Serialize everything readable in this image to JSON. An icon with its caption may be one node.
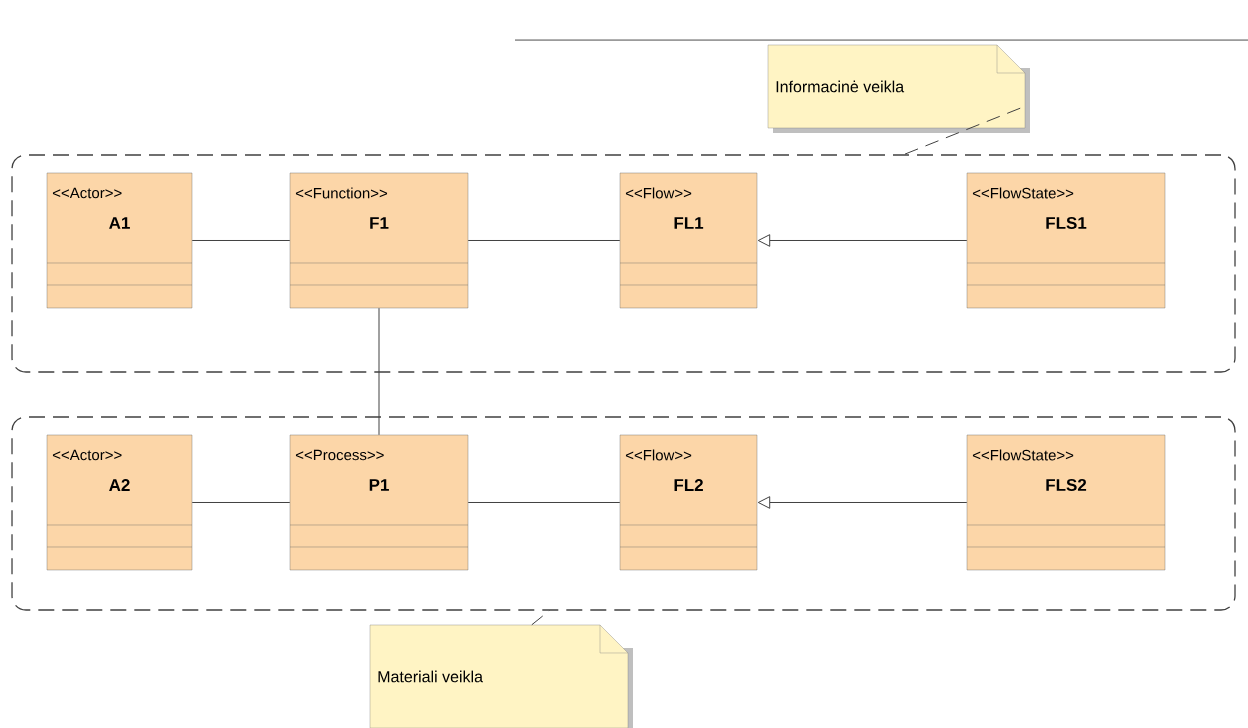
{
  "diagram": {
    "nodes": [
      {
        "text": [
          "Informacinė veikla"
        ]
      },
      {
        "text": [],
        "shape": "box"
      },
      {
        "text": [
          "<<Actor>>",
          "A1"
        ],
        "in": 1
      },
      {
        "text": [
          "<<Function>>",
          "F1"
        ],
        "in": 1
      },
      {
        "text": [
          "<<Flow>>",
          "FL1"
        ],
        "in": 1
      },
      {
        "text": [
          "<<FlowState>>",
          "FLS1"
        ],
        "in": 1
      },
      {
        "text": [],
        "shape": "box"
      },
      {
        "text": [
          "<<Actor>>",
          "A2"
        ],
        "in": 6
      },
      {
        "text": [
          "<<Process>>",
          "P1"
        ],
        "in": 6
      },
      {
        "text": [
          "<<Flow>>",
          "FL2"
        ],
        "in": 6
      },
      {
        "text": [
          "<<FlowState>>",
          "FLS2"
        ],
        "in": 6
      },
      {
        "text": [
          "Materiali veikla"
        ]
      }
    ],
    "edges": [
      {
        "from": 2,
        "to": 3,
        "arrow": "none"
      },
      {
        "from": 3,
        "to": 4,
        "arrow": "none"
      },
      {
        "from": 5,
        "to": 4,
        "arrow": "to"
      },
      {
        "from": 3,
        "to": 8,
        "arrow": "none"
      },
      {
        "from": 7,
        "to": 8,
        "arrow": "none"
      },
      {
        "from": 8,
        "to": 9,
        "arrow": "none"
      },
      {
        "from": 10,
        "to": 9,
        "arrow": "to"
      },
      {
        "from": 0,
        "to": 1,
        "arrow": "none",
        "style": "dashed"
      },
      {
        "from": 11,
        "to": 6,
        "arrow": "none",
        "style": "dashed"
      }
    ]
  }
}
